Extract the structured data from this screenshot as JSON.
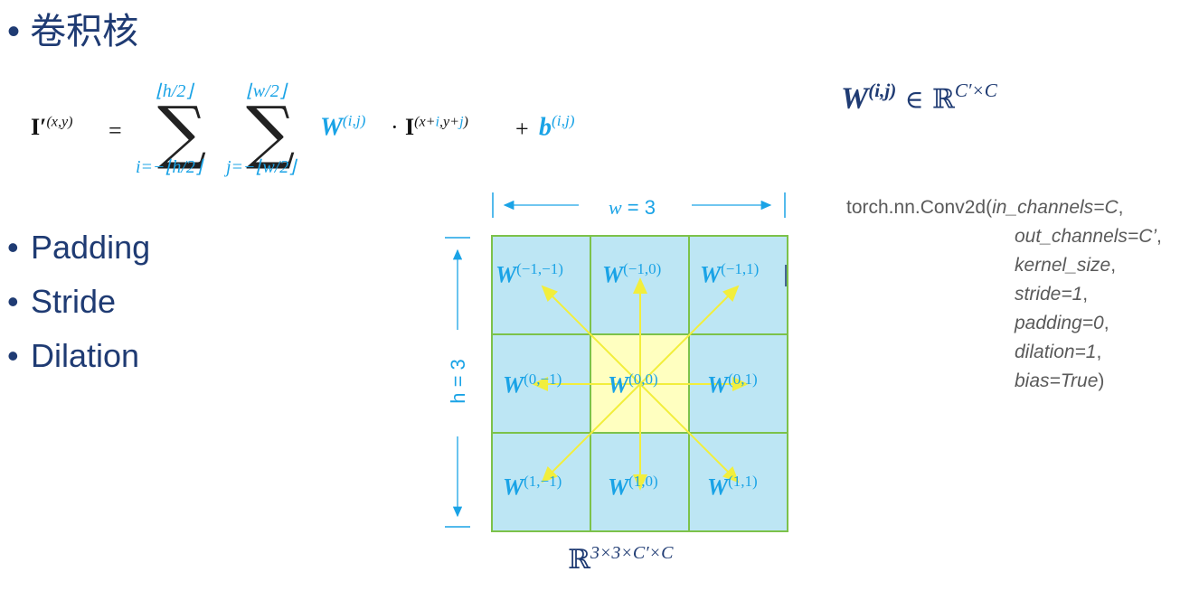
{
  "slide": {
    "title": "• 卷积核",
    "bullets": [
      "Padding",
      "Stride",
      "Dilation"
    ]
  },
  "formula": {
    "lhs_symbol": "I′",
    "lhs_sup": "(x,y)",
    "equals": "=",
    "sum1_upper": "⌊h/2⌋",
    "sum1_lower": "i=−⌊h/2⌋",
    "sum2_upper": "⌊w/2⌋",
    "sum2_lower": "j=−⌊w/2⌋",
    "w_symbol": "W",
    "w_sup": "(i,j)",
    "dot": "·",
    "i_symbol": "I",
    "i_sup_open": "(x+",
    "i_sup_i": "i",
    "i_sup_mid": ",y+",
    "i_sup_j": "j",
    "i_sup_close": ")",
    "plus": "+",
    "b_symbol": "b",
    "b_sup": "(i,j)"
  },
  "weight_shape": {
    "w_symbol": "W",
    "w_sup": "(i,j)",
    "in": "∈",
    "space": "ℝ",
    "space_sup": "C′×C"
  },
  "code": {
    "line1_prefix": "torch.nn.Conv2d(",
    "line1_arg": "in_channels=C",
    "line1_suffix": ",",
    "line2_arg": "out_channels=C’",
    "line2_suffix": ",",
    "line3_arg": "kernel_size",
    "line3_suffix": ",",
    "line4_arg": "stride=1",
    "line4_suffix": ",",
    "line5_arg": "padding=0",
    "line5_suffix": ",",
    "line6_arg": "dilation=1",
    "line6_suffix": ",",
    "line7_arg": "bias=True",
    "line7_suffix": ")"
  },
  "kernel_diagram": {
    "width_label_var": "w",
    "width_label_val": " = 3",
    "height_label": "h = 3",
    "cells": [
      {
        "sym": "W",
        "sup": "(−1,−1)"
      },
      {
        "sym": "W",
        "sup": "(−1,0)"
      },
      {
        "sym": "W",
        "sup": "(−1,1)"
      },
      {
        "sym": "W",
        "sup": "(0,−1)"
      },
      {
        "sym": "W",
        "sup": "(0,0)"
      },
      {
        "sym": "W",
        "sup": "(0,1)"
      },
      {
        "sym": "W",
        "sup": "(1,−1)"
      },
      {
        "sym": "W",
        "sup": "(1,0)"
      },
      {
        "sym": "W",
        "sup": "(1,1)"
      }
    ],
    "shape_space": "ℝ",
    "shape_sup": "3×3×C′×C",
    "colors": {
      "cell_fill": "#bde6f4",
      "center_fill": "#ffffc0",
      "grid_line": "#7cc24a",
      "arrow": "#f2ee3c",
      "label": "#1aa3e6"
    }
  }
}
